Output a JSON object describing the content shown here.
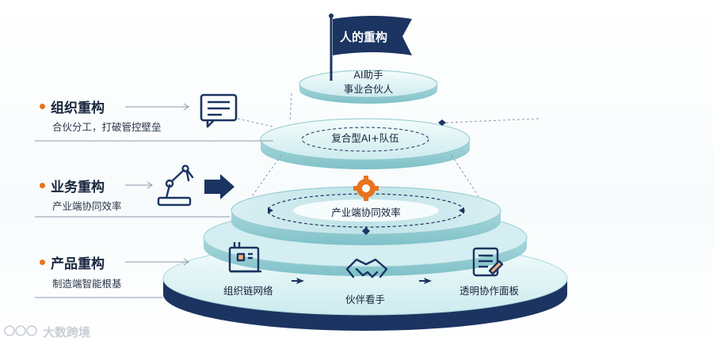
{
  "flag": {
    "label": "人的重构"
  },
  "tiers": {
    "top": {
      "line1": "AI助手",
      "line2": "事业合伙人"
    },
    "second": {
      "label": "复合型AI+队伍"
    },
    "third": {
      "label": "产业端协同效率"
    },
    "bottom": {
      "items": [
        "组织链网络",
        "伙伴看手",
        "透明协作面板"
      ]
    }
  },
  "sections": [
    {
      "title": "组织重构",
      "subtitle": "合伙分工，打破管控壁垒",
      "icon": "document-chat-icon"
    },
    {
      "title": "业务重构",
      "subtitle": "产业端协同效率",
      "icon": "robot-arm-icon"
    },
    {
      "title": "产品重构",
      "subtitle": "制造端智能根基",
      "icon": "factory-machine-icon"
    }
  ],
  "watermark": "大数跨境",
  "colors": {
    "navy": "#1b3461",
    "teal": "#cfeef0",
    "orange": "#e8731f"
  }
}
